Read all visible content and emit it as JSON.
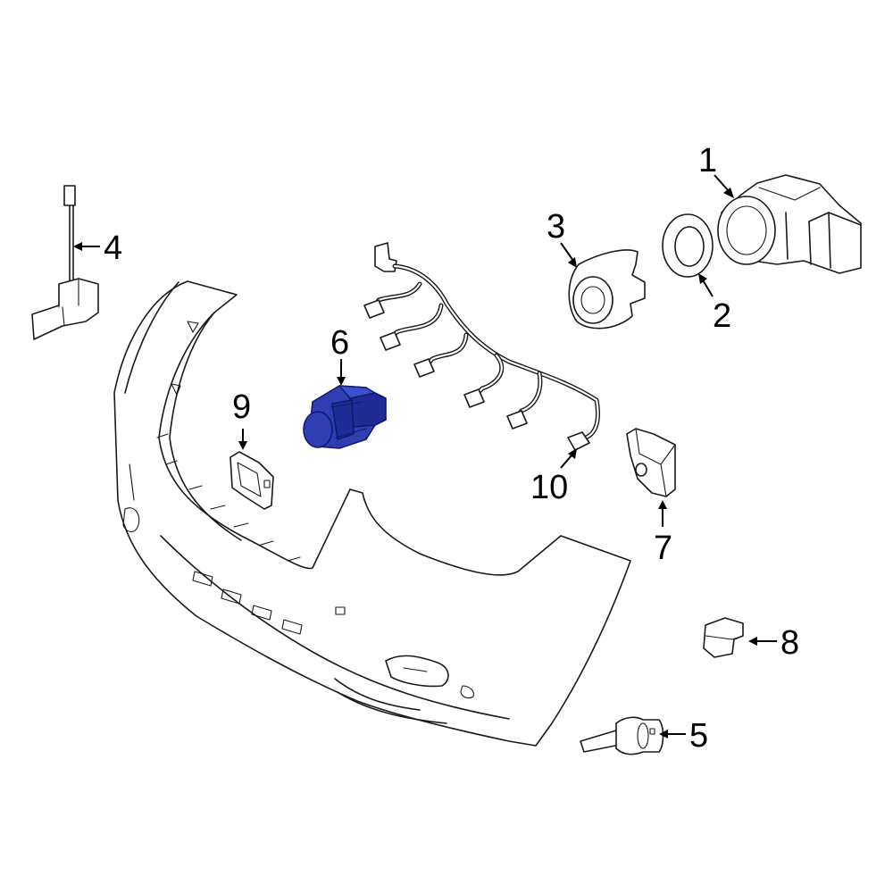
{
  "diagram": {
    "highlight_color": "#2f3fb3",
    "highlighted_part": "6",
    "callouts": [
      {
        "id": "c1",
        "label": "1"
      },
      {
        "id": "c2",
        "label": "2"
      },
      {
        "id": "c3",
        "label": "3"
      },
      {
        "id": "c4",
        "label": "4"
      },
      {
        "id": "c5",
        "label": "5"
      },
      {
        "id": "c6",
        "label": "6"
      },
      {
        "id": "c7",
        "label": "7"
      },
      {
        "id": "c8",
        "label": "8"
      },
      {
        "id": "c9",
        "label": "9"
      },
      {
        "id": "c10",
        "label": "10"
      }
    ]
  }
}
